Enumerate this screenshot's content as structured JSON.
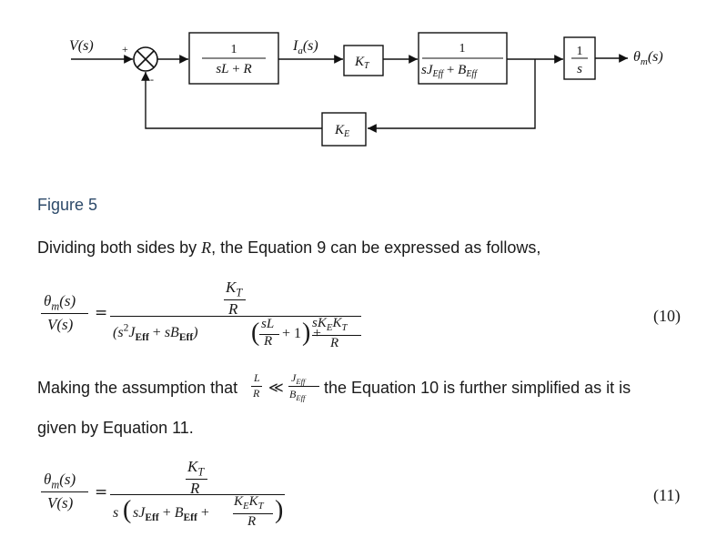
{
  "diagram": {
    "input_label": "V(s)",
    "plus_sign": "+",
    "minus_sign": "-",
    "block1": {
      "num": "1",
      "den": "sL + R"
    },
    "current_label": "I_a(s)",
    "block_kt": "K_T",
    "block3": {
      "num": "1",
      "den": "sJ_Eff + B_Eff"
    },
    "block4": {
      "num": "1",
      "den": "s"
    },
    "output_label": "θ_m(s)",
    "feedback_block": "K_E"
  },
  "figure_caption": "Figure 5",
  "paragraph1": "Dividing both sides by R, the Equation 9 can be expressed as follows,",
  "equation10": {
    "lhs_num": "θm(s)",
    "lhs_den": "V(s)",
    "rhs": "K_T / R divided by (s²J_Eff + sB_Eff)(sL/R + 1) + sK_E K_T / R",
    "number": "(10)"
  },
  "paragraph2_part1": "Making the assumption that",
  "paragraph2_part2": "the Equation 10 is further simplified as it is",
  "paragraph2_line2": "given by Equation 11.",
  "assumption": "L/R ≪ J_Eff/B_Eff",
  "equation11": {
    "lhs_num": "θm(s)",
    "lhs_den": "V(s)",
    "rhs": "K_T / R divided by s(sJ_Eff + B_Eff + K_E K_T / R)",
    "number": "(11)"
  }
}
